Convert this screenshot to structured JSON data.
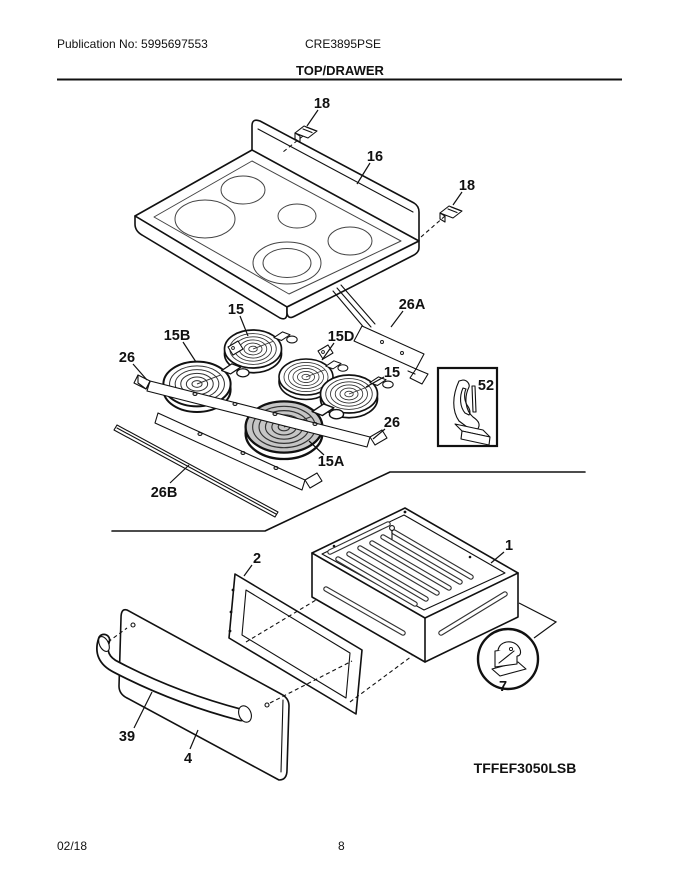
{
  "header": {
    "publication": "Publication No: 5995697553",
    "model": "CRE3895PSE",
    "section_title": "TOP/DRAWER"
  },
  "footer": {
    "date": "02/18",
    "page_number": "8"
  },
  "diagram": {
    "model_footnote": "TFFEF3050LSB",
    "callouts": [
      {
        "id": "clip-top",
        "text": "18"
      },
      {
        "id": "maintop",
        "text": "16"
      },
      {
        "id": "clip-right",
        "text": "18"
      },
      {
        "id": "harness",
        "text": "26A"
      },
      {
        "id": "element-top",
        "text": "15"
      },
      {
        "id": "element-lf",
        "text": "15B"
      },
      {
        "id": "element-ctr",
        "text": "15D"
      },
      {
        "id": "bracket-left",
        "text": "26"
      },
      {
        "id": "element-right",
        "text": "15"
      },
      {
        "id": "insulation",
        "text": "52"
      },
      {
        "id": "bracket-right",
        "text": "26"
      },
      {
        "id": "element-front",
        "text": "15A"
      },
      {
        "id": "trim-strip",
        "text": "26B"
      },
      {
        "id": "drawer-body",
        "text": "1"
      },
      {
        "id": "inner-panel",
        "text": "2"
      },
      {
        "id": "glide",
        "text": "7"
      },
      {
        "id": "handle",
        "text": "39"
      },
      {
        "id": "drawer-front",
        "text": "4"
      }
    ],
    "style": {
      "line_color": "#111111",
      "shade_light": "#d9d9d9",
      "shade_dark": "#c6c6c6",
      "paper": "#ffffff"
    }
  }
}
